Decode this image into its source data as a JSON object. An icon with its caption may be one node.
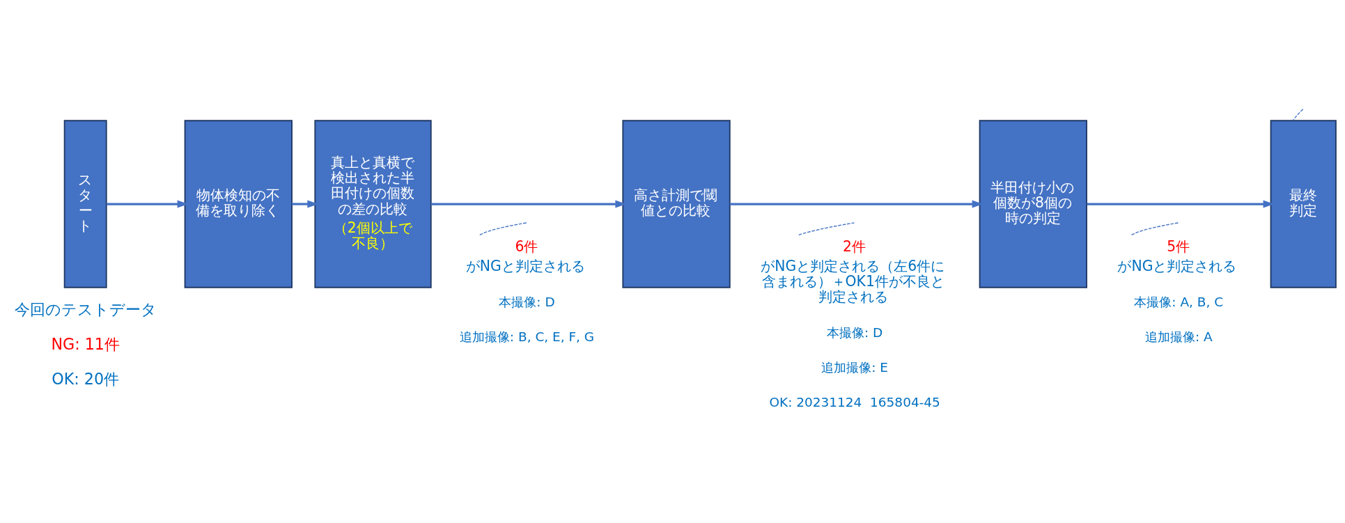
{
  "diagram": {
    "nodes": [
      {
        "text": [
          "スタート"
        ]
      },
      {
        "text": [
          "物体検知の不備を取り除く"
        ]
      },
      {
        "text": [
          "真上と真横で検出された半田付けの個数の差の比較",
          "（2個以上で不良）"
        ]
      },
      {
        "text": [
          "高さ計測で閾値との比較"
        ]
      },
      {
        "text": [
          "半田付け小の個数が8個の時の判定"
        ]
      },
      {
        "text": [
          "最終判定"
        ]
      },
      {
        "text": [
          "6件",
          "がNGと判定される"
        ]
      },
      {
        "text": [
          "2件",
          "がNGと判定される（左6件に含まれる）＋OK1件が不良と判定される"
        ]
      },
      {
        "text": [
          "5件",
          "がNGと判定される"
        ]
      }
    ],
    "edges": [
      {
        "from": 0,
        "to": 1,
        "arrow": "to"
      },
      {
        "from": 1,
        "to": 2,
        "arrow": "to"
      },
      {
        "from": 2,
        "to": 3,
        "arrow": "to"
      },
      {
        "from": 3,
        "to": 4,
        "arrow": "to"
      },
      {
        "from": 4,
        "to": 5,
        "arrow": "to"
      },
      {
        "from": 6,
        "to": null,
        "arrow": "none",
        "style": "dashed"
      },
      {
        "from": 7,
        "to": null,
        "arrow": "none",
        "style": "dashed"
      },
      {
        "from": 8,
        "to": null,
        "arrow": "none",
        "style": "dashed"
      },
      {
        "from": null,
        "to": 5,
        "arrow": "none",
        "style": "dashed"
      }
    ],
    "labels": [
      "今回のテストデータ",
      "NG: 11件",
      "OK: 20件",
      "本撮像: D",
      "追加撮像: B, C, E, F, G",
      "本撮像: D",
      "追加撮像: E",
      "OK: 20231124  165804-45",
      "本撮像: A, B, C",
      "追加撮像: A"
    ]
  }
}
